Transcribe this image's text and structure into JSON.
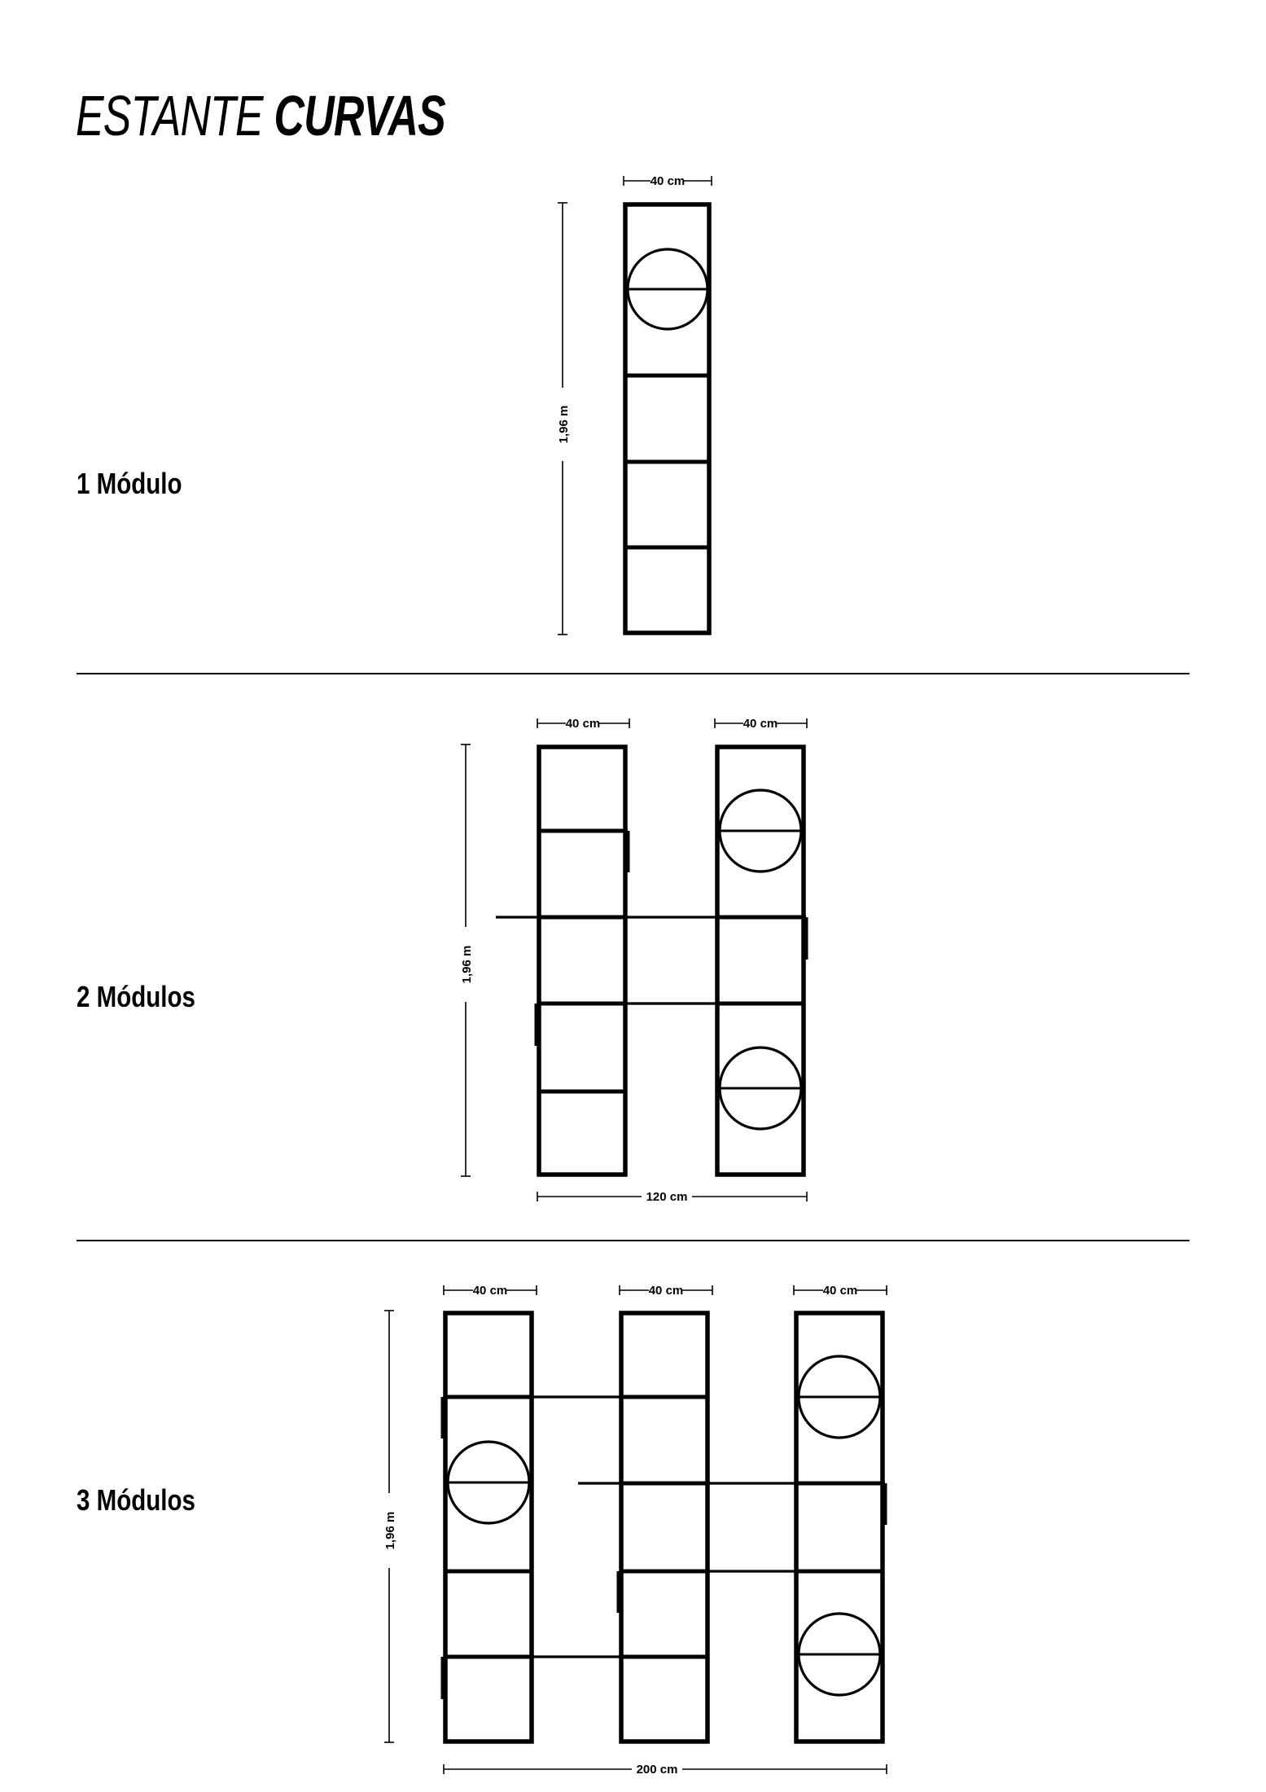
{
  "title": {
    "light": "ESTANTE",
    "bold": "CURVAS"
  },
  "sections": [
    {
      "label": "1 Módulo",
      "width_label": "40 cm",
      "height_label": "1,96 m"
    },
    {
      "label": "2 Módulos",
      "width_label": "40 cm",
      "height_label": "1,96 m",
      "total_label": "120  cm"
    },
    {
      "label": "3 Módulos",
      "width_label": "40 cm",
      "height_label": "1,96 m",
      "total_label": "200  cm"
    }
  ],
  "colors": {
    "ink": "#000000",
    "background": "#ffffff"
  }
}
